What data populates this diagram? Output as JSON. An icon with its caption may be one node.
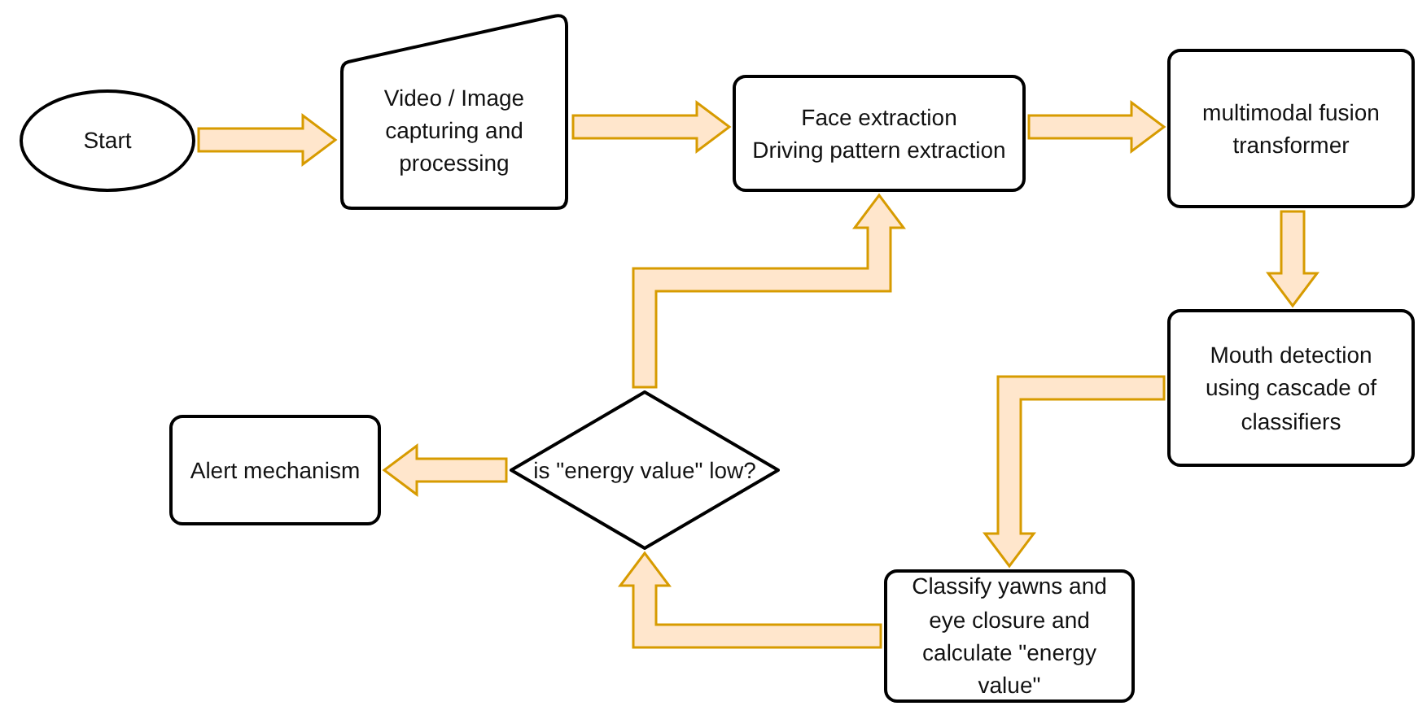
{
  "diagram": {
    "nodes": [
      {
        "text": [
          "Start"
        ]
      },
      {
        "text": [
          "Video / Image capturing and processing"
        ]
      },
      {
        "text": [
          "Face extraction",
          "Driving pattern extraction"
        ]
      },
      {
        "text": [
          "multimodal fusion transformer"
        ]
      },
      {
        "text": [
          "Mouth detection using cascade of classifiers"
        ]
      },
      {
        "text": [
          "Classify yawns and eye closure and calculate \"energy value\""
        ]
      },
      {
        "text": [
          "is \"energy value\" low?"
        ]
      },
      {
        "text": [
          "Alert mechanism"
        ]
      }
    ],
    "edges": [
      {
        "from": 0,
        "to": 1,
        "arrow": "to"
      },
      {
        "from": 1,
        "to": 2,
        "arrow": "to"
      },
      {
        "from": 2,
        "to": 3,
        "arrow": "to"
      },
      {
        "from": 3,
        "to": 4,
        "arrow": "to"
      },
      {
        "from": 4,
        "to": 5,
        "arrow": "to"
      },
      {
        "from": 5,
        "to": 6,
        "arrow": "to"
      },
      {
        "from": 6,
        "to": 2,
        "arrow": "to"
      },
      {
        "from": 6,
        "to": 7,
        "arrow": "to"
      }
    ]
  }
}
